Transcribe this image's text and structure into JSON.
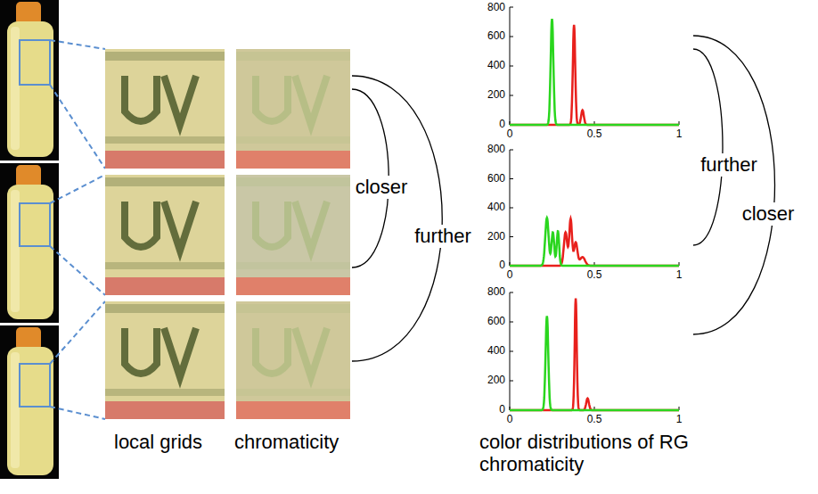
{
  "diagram": {
    "labels": [
      "closer",
      "further",
      "further",
      "closer",
      "800",
      "600",
      "400",
      "200",
      "0",
      "0",
      "0.5",
      "1",
      "800",
      "600",
      "400",
      "200",
      "0",
      "0",
      "0.5",
      "1",
      "800",
      "600",
      "400",
      "200",
      "0",
      "0",
      "0.5",
      "1",
      "local grids",
      "chromaticity",
      "color distributions of RG chromaticity"
    ]
  }
}
